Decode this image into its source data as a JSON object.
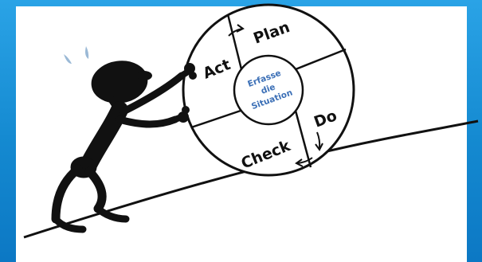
{
  "diagram": {
    "cycle_labels": {
      "plan": "Plan",
      "do": "Do",
      "check": "Check",
      "act": "Act"
    },
    "center_lines": [
      "Erfasse",
      "die",
      "Situation"
    ],
    "colors": {
      "background": "#1b8fd3",
      "panel": "#ffffff",
      "ink": "#111111",
      "center_text": "#3b6fb6"
    },
    "icons": [
      "stick-figure-pushing",
      "sweat-drops",
      "cycle-arrow"
    ]
  }
}
